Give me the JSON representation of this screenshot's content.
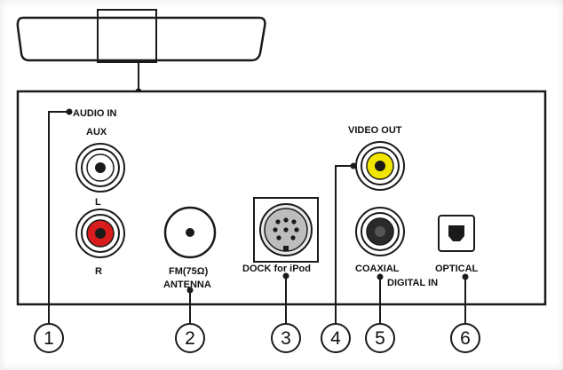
{
  "labels": {
    "audio_in": "AUDIO IN",
    "aux": "AUX",
    "left": "L",
    "right": "R",
    "fm": "FM(75Ω)",
    "antenna": "ANTENNA",
    "dock": "DOCK for iPod",
    "video_out": "VIDEO OUT",
    "coaxial": "COAXIAL",
    "optical": "OPTICAL",
    "digital_in": "DIGITAL IN"
  },
  "callouts": [
    "1",
    "2",
    "3",
    "4",
    "5",
    "6"
  ],
  "colors": {
    "line": "#1a1a1a",
    "background": "#ffffff",
    "audio_left_jack": "#ffffff",
    "audio_right_jack": "#d81b1b",
    "video_jack": "#f2e600",
    "coaxial_jack": "#2a2a2a",
    "port_gray": "#bdbdbd"
  }
}
